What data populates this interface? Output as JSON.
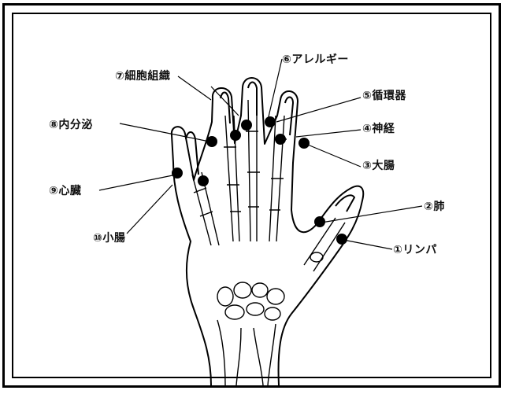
{
  "labels": {
    "l1": "①リンパ",
    "l2": "②肺",
    "l3": "③大腸",
    "l4": "④神経",
    "l5": "⑤循環器",
    "l6": "⑥アレルギー",
    "l7": "⑦細胞組織",
    "l8": "⑧内分泌",
    "l9": "⑨心臓",
    "l10": "⑩小腸"
  },
  "colors": {
    "line": "#000000",
    "dot": "#000000",
    "background": "#ffffff"
  }
}
